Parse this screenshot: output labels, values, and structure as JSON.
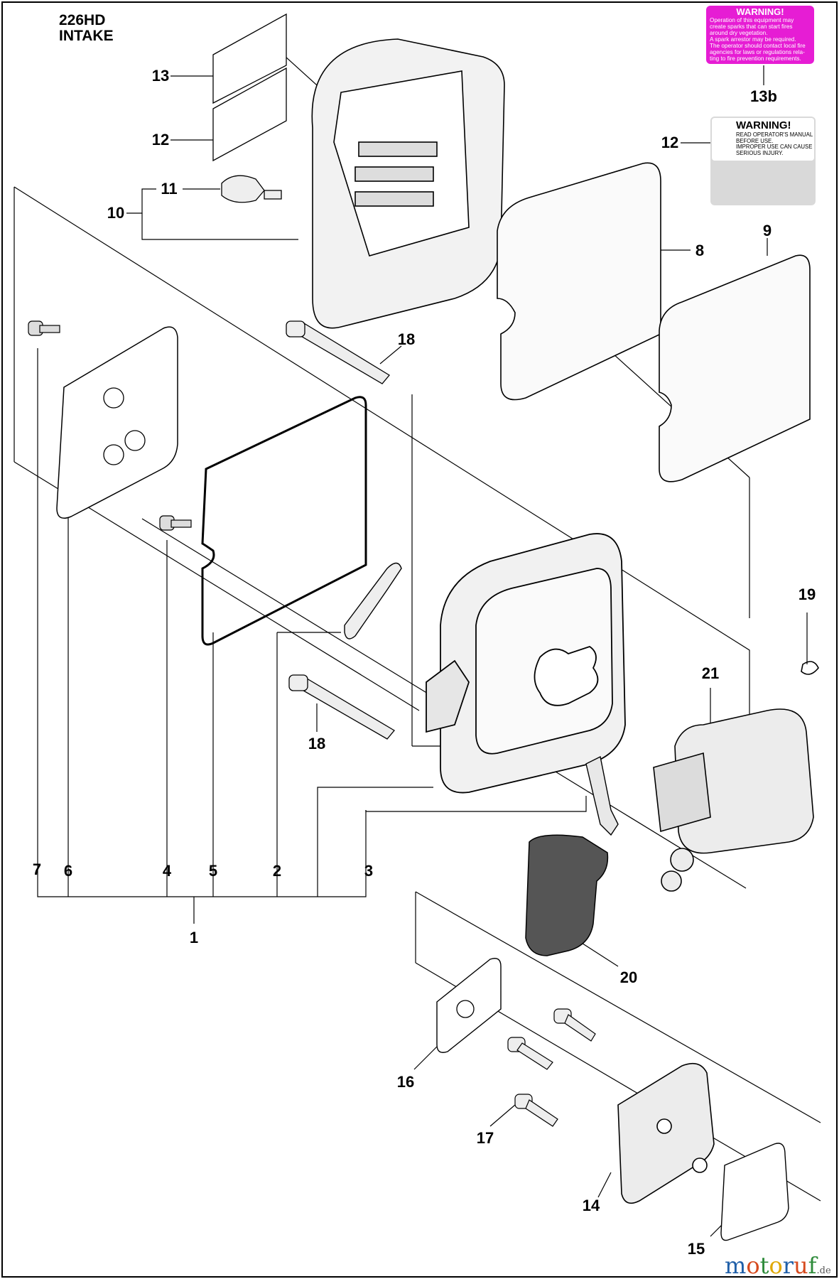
{
  "header": {
    "model": "226HD",
    "section": "INTAKE"
  },
  "labels": {
    "warning_13b": {
      "heading": "WARNING!",
      "lines": [
        "Operation of this equipment may",
        "create sparks that can start fires",
        "around dry vegetation.",
        "A spark arrestor may be required.",
        "The operator should contact local fire",
        "agencies for laws or regulations rela-",
        "ting to fire prevention requirements."
      ],
      "color": "#e61dd4"
    },
    "warning_12": {
      "heading": "WARNING!",
      "lines": [
        "READ OPERATOR'S MANUAL",
        "BEFORE USE.",
        "IMPROPER USE CAN CAUSE",
        "SERIOUS INJURY."
      ]
    }
  },
  "callouts": {
    "c1": "1",
    "c2": "2",
    "c3": "3",
    "c4": "4",
    "c5": "5",
    "c6": "6",
    "c7": "7",
    "c8": "8",
    "c9": "9",
    "c10": "10",
    "c11": "11",
    "c12a": "12",
    "c12b": "12",
    "c13": "13",
    "c13b": "13b",
    "c14": "14",
    "c15": "15",
    "c16": "16",
    "c17": "17",
    "c18a": "18",
    "c18b": "18",
    "c19": "19",
    "c20": "20",
    "c21": "21"
  },
  "brand": {
    "name": "motoruf",
    "tld": ".de",
    "colors": [
      "#1f5fa8",
      "#d64a1e",
      "#2e8b3a",
      "#e0a800"
    ]
  }
}
